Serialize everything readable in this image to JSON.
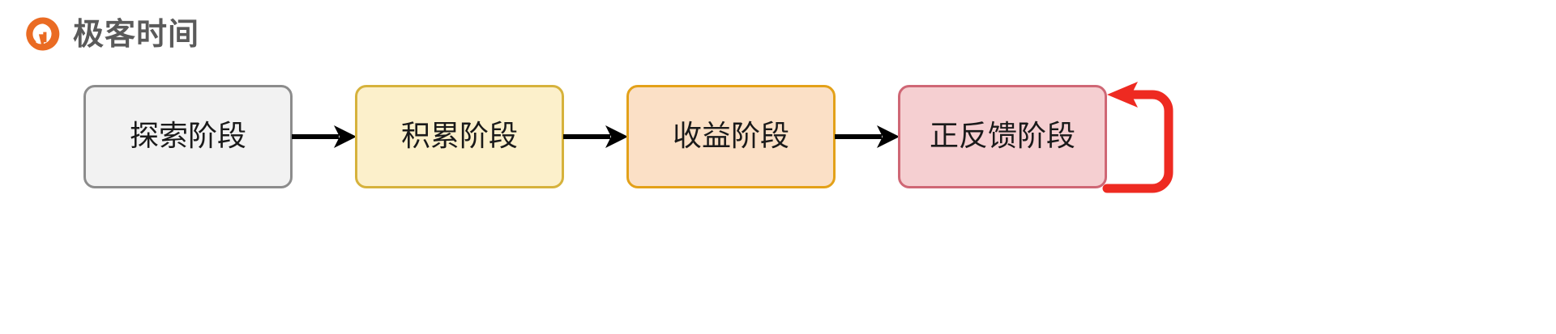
{
  "brand": {
    "logo_icon": "geektime-ring-icon",
    "name": "极客时间",
    "logo_color": "#ea6b23",
    "text_color": "#5a5a5a"
  },
  "diagram": {
    "type": "flow",
    "orientation": "horizontal",
    "connector_color": "#000000",
    "nodes": [
      {
        "label": "探索阶段",
        "fill": "#f2f2f2",
        "border": "#8c8c8c",
        "text_color": "#1a1a1a"
      },
      {
        "label": "积累阶段",
        "fill": "#fcf0cb",
        "border": "#d6b23c",
        "text_color": "#1a1a1a"
      },
      {
        "label": "收益阶段",
        "fill": "#fbe0c6",
        "border": "#e3a119",
        "text_color": "#1a1a1a"
      },
      {
        "label": "正反馈阶段",
        "fill": "#f5cfd1",
        "border": "#cf6775",
        "text_color": "#1a1a1a"
      }
    ],
    "connectors": [
      {
        "from": "探索阶段",
        "to": "积累阶段",
        "style": "arrow"
      },
      {
        "from": "积累阶段",
        "to": "收益阶段",
        "style": "arrow"
      },
      {
        "from": "收益阶段",
        "to": "正反馈阶段",
        "style": "arrow"
      }
    ],
    "self_loop": {
      "on": "正反馈阶段",
      "color": "#ee2a21",
      "style": "arrow",
      "icon": "loop-back-arrow-icon"
    }
  }
}
